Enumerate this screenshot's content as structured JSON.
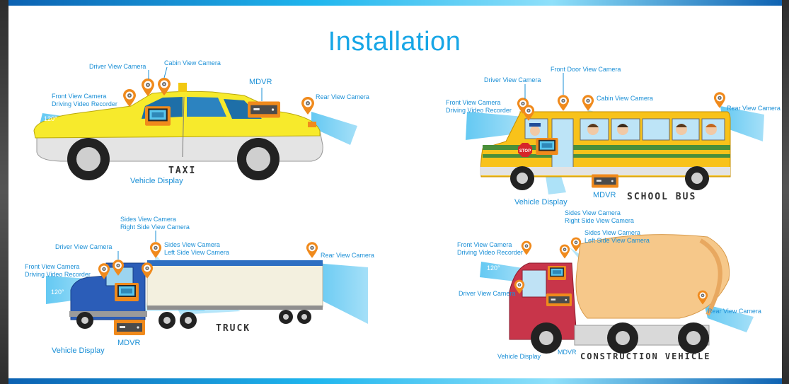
{
  "page": {
    "title": "Installation"
  },
  "angle_note": "120°",
  "taxi": {
    "name": "TAXI",
    "labels": {
      "driver_view": "Driver View Camera",
      "cabin_view": "Cabin View Camera",
      "front_view": "Front View Camera",
      "driving_recorder": "Driving Video Recorder",
      "mdvr": "MDVR",
      "rear_view": "Rear View Camera",
      "display": "Vehicle Display"
    },
    "colors": {
      "body": "#f7ea2c",
      "lower": "#dcdcdc"
    }
  },
  "school_bus": {
    "name": "SCHOOL BUS",
    "labels": {
      "driver_view": "Driver View Camera",
      "front_door": "Front Door View Camera",
      "front_view": "Front View Camera",
      "driving_recorder": "Driving Video Recorder",
      "cabin_view": "Cabin View Camera",
      "rear_view": "Rear View Camera",
      "mdvr": "MDVR",
      "display": "Vehicle Display"
    },
    "stop_sign": "STOP",
    "colors": {
      "body": "#f8c21a",
      "stripe": "#4a8f3a"
    }
  },
  "truck": {
    "name": "TRUCK",
    "labels": {
      "sides_view": "Sides View Camera",
      "right_side": "Right Side View Camera",
      "driver_view": "Driver View Camera",
      "left_sides_view": "Sides View Camera",
      "left_side": "Left Side View Camera",
      "rear_view": "Rear View Camera",
      "front_view": "Front View Camera",
      "driving_recorder": "Driving Video Recorder",
      "mdvr": "MDVR",
      "display": "Vehicle Display"
    },
    "colors": {
      "cab": "#2b5db8",
      "trailer": "#f3f0df"
    }
  },
  "construction": {
    "name": "CONSTRUCTION VEHICLE",
    "labels": {
      "sides_view": "Sides View Camera",
      "right_side": "Right Side View Camera",
      "front_view": "Front View Camera",
      "driving_recorder": "Driving Video Recorder",
      "left_sides_view": "Sides View Camera",
      "left_side": "Left Side View Camera",
      "driver_view": "Driver View Camera",
      "rear_view": "Rear View Camera",
      "display": "Vehicle Display",
      "mdvr": "MDVR"
    },
    "colors": {
      "cab": "#c8354a",
      "drum": "#f6c88a"
    }
  },
  "icons": {
    "camera_pin": "camera-pin-icon",
    "display": "monitor-icon",
    "recorder": "mdvr-icon"
  },
  "accent": "#17a6e6",
  "pin_color": "#f08a1c"
}
